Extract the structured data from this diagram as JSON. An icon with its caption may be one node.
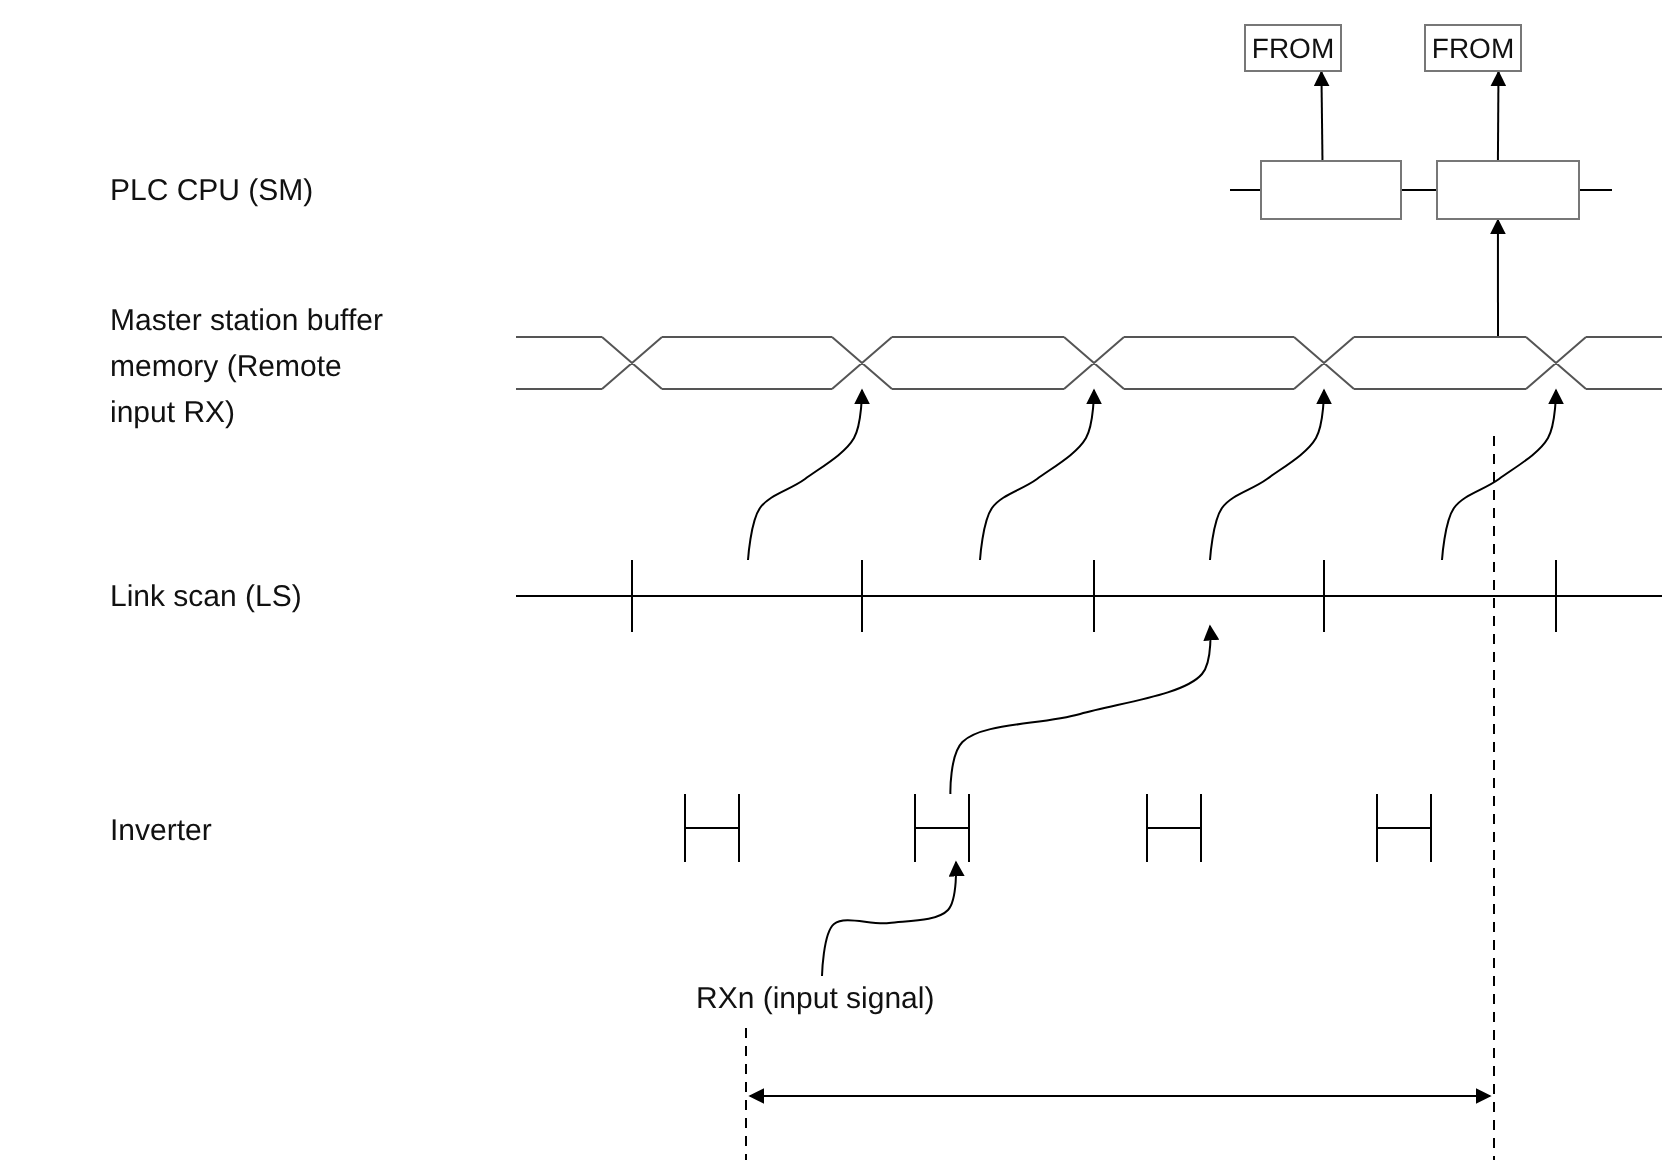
{
  "diagram": {
    "nodes": [
      {
        "text": [
          "FROM"
        ]
      },
      {
        "text": [
          "FROM"
        ]
      },
      {
        "text": [],
        "shape": "box"
      },
      {
        "text": [],
        "shape": "box"
      },
      {
        "text": [],
        "shape": "band"
      },
      {
        "text": [],
        "shape": "line"
      },
      {
        "text": [],
        "shape": "bar"
      },
      {
        "text": [],
        "shape": "bar"
      },
      {
        "text": [],
        "shape": "bar"
      },
      {
        "text": [],
        "shape": "bar"
      },
      {
        "text": [
          "RXn (input signal)"
        ]
      }
    ],
    "edges": [
      {
        "from": 2,
        "to": 0,
        "arrow": "to"
      },
      {
        "from": 3,
        "to": 1,
        "arrow": "to"
      },
      {
        "from": null,
        "to": 2,
        "arrow": "none"
      },
      {
        "from": 2,
        "to": 3,
        "arrow": "none"
      },
      {
        "from": 3,
        "to": null,
        "arrow": "none"
      },
      {
        "from": 4,
        "to": 3,
        "arrow": "to"
      },
      {
        "from": 5,
        "to": 4,
        "arrow": "to"
      },
      {
        "from": 5,
        "to": 4,
        "arrow": "to"
      },
      {
        "from": 5,
        "to": 4,
        "arrow": "to"
      },
      {
        "from": 5,
        "to": 4,
        "arrow": "to"
      },
      {
        "from": 7,
        "to": 5,
        "arrow": "to"
      },
      {
        "from": 10,
        "to": 7,
        "arrow": "to"
      }
    ],
    "labels": [
      "PLC CPU (SM)",
      "Master station buffer memory (Remote input RX)",
      "Link scan (LS)",
      "Inverter"
    ]
  }
}
